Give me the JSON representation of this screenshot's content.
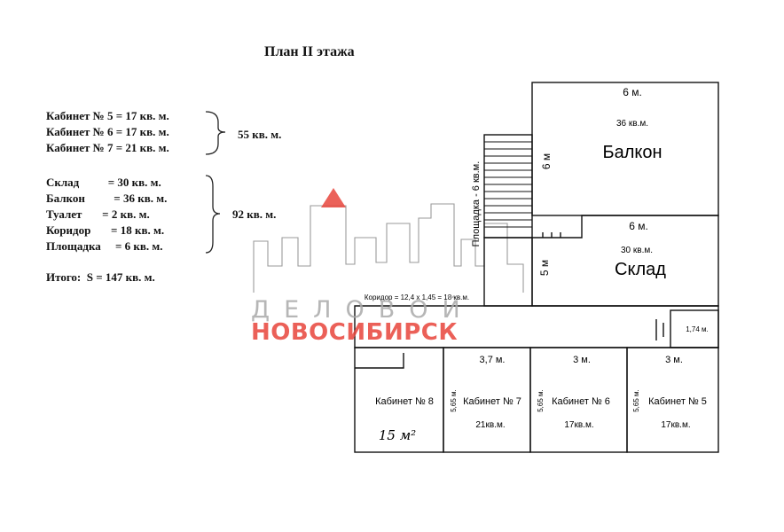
{
  "title": "План II этажа",
  "legend": {
    "group1": [
      "Кабинет № 5 = 17 кв. м.",
      "Кабинет № 6 = 17 кв. м.",
      "Кабинет № 7 = 21 кв. м."
    ],
    "group1_sum": "55 кв. м.",
    "group2": [
      "Склад          = 30 кв. м.",
      "Балкон          = 36 кв. м.",
      "Туалет       = 2 кв. м.",
      "Коридор       = 18 кв. м.",
      "Площадка     = 6 кв. м."
    ],
    "group2_sum": "92 кв. м.",
    "total": "Итого:  S = 147 кв. м."
  },
  "plan": {
    "balcony": {
      "name": "Балкон",
      "width": "6 м.",
      "area": "36 кв.м.",
      "side": "6 м"
    },
    "storage": {
      "name": "Склад",
      "width": "6 м.",
      "area": "30 кв.м.",
      "side": "5 м"
    },
    "landing": "Площадка - 6 кв.м.",
    "corridor": "Коридор = 12,4 х 1,45 = 18 кв.м.",
    "toilet": "1,74 м.",
    "office8": {
      "name": "Кабинет № 8",
      "note": "15 м²"
    },
    "office7": {
      "name": "Кабинет № 7",
      "width": "3,7 м.",
      "depth": "5,65 м.",
      "area": "21кв.м."
    },
    "office6": {
      "name": "Кабинет № 6",
      "width": "3 м.",
      "depth": "5,65 м.",
      "area": "17кв.м."
    },
    "office5": {
      "name": "Кабинет № 5",
      "width": "3 м.",
      "depth": "5,65 м.",
      "area": "17кв.м."
    }
  },
  "watermark": {
    "top": "ДЕЛОВОЙ",
    "bottom": "НОВОСИБИРСК",
    "color": "#e8453c"
  }
}
